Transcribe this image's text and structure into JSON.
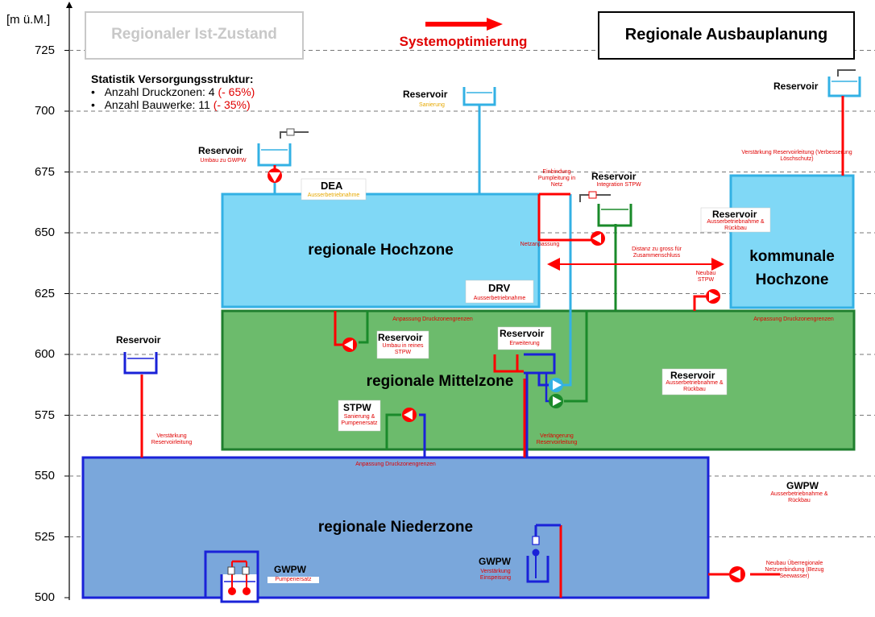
{
  "axis": {
    "unit": "[m ü.M.]",
    "ticks": [
      {
        "value": 725,
        "label": "725"
      },
      {
        "value": 700,
        "label": "700"
      },
      {
        "value": 675,
        "label": "675"
      },
      {
        "value": 650,
        "label": "650"
      },
      {
        "value": 625,
        "label": "625"
      },
      {
        "value": 600,
        "label": "600"
      },
      {
        "value": 575,
        "label": "575"
      },
      {
        "value": 550,
        "label": "550"
      },
      {
        "value": 525,
        "label": "525"
      },
      {
        "value": 500,
        "label": "500"
      }
    ]
  },
  "header": {
    "ist": "Regionaler Ist-Zustand",
    "opt": "Systemoptimierung",
    "plan": "Regionale Ausbauplanung"
  },
  "stats": {
    "title": "Statistik Versorgungsstruktur:",
    "line1": "Anzahl Druckzonen: 4",
    "line1_change": "(- 65%)",
    "line2": "Anzahl Bauwerke: 11",
    "line2_change": "(- 35%)"
  },
  "zones": {
    "hoch": "regionale Hochzone",
    "mittel": "regionale Mittelzone",
    "nieder": "regionale Niederzone",
    "kommunal_1": "kommunale",
    "kommunal_2": "Hochzone"
  },
  "labels": {
    "res_top": "Reservoir",
    "res_top_sub": "Sanierung",
    "res_left": "Reservoir",
    "res_left_sub": "Umbau zu GWPW",
    "dea": "DEA",
    "dea_sub": "Ausserbetriebnahme",
    "drv": "DRV",
    "drv_sub": "Ausserbetriebnahme",
    "einbindung": "Einbindung Pumpleitung in Netz",
    "res_integ": "Reservoir",
    "res_integ_sub": "Integration STPW",
    "netzanpassung": "Netzanpassung",
    "distanz": "Distanz zu gross für Zusammenschluss",
    "res_komm": "Reservoir",
    "res_komm_sub": "Ausserbetriebnahme & Rückbau",
    "res_far": "Reservoir",
    "verst_res": "Verstärkung Reservoirleitung (Verbesserung Löschschutz)",
    "neubau_stpw": "Neubau STPW",
    "anp_dzg_1": "Anpassung Druckzonengrenzen",
    "anp_dzg_2": "Anpassung Druckzonengrenzen",
    "anp_dzg_3": "Anpassung Druckzonengrenzen",
    "res_umbau": "Reservoir",
    "res_umbau_sub": "Umbau in reines STPW",
    "res_erw": "Reservoir",
    "res_erw_sub": "Erweiterung",
    "res_right": "Reservoir",
    "res_right_sub": "Ausserbetriebnahme & Rückbau",
    "stpw": "STPW",
    "stpw_sub": "Sanierung & Pumpenersatz",
    "verlaengerung": "Verlängerung Reservoirleitung",
    "res_lonely": "Reservoir",
    "verst_left": "Verstärkung Reservoirleitung",
    "gwpw_right": "GWPW",
    "gwpw_right_sub": "Ausserbetriebnahme & Rückbau",
    "gwpw1": "GWPW",
    "gwpw1_sub": "Pumpenersatz",
    "gwpw2": "GWPW",
    "gwpw2_sub": "Verstärkung Einspeisung",
    "neubau_ueber": "Neubau Überregionale Netzverbindung (Bezug Seewasser)"
  },
  "colors": {
    "hoch_fill": "#80d8f6",
    "hoch_border": "#33b1e4",
    "mittel_fill": "#6cbb6c",
    "mittel_border": "#1f7f2e",
    "nieder_fill": "#7aa7db",
    "nieder_border": "#1a22d8",
    "red": "#ff0000",
    "green_pipe": "#1a8a2a"
  }
}
